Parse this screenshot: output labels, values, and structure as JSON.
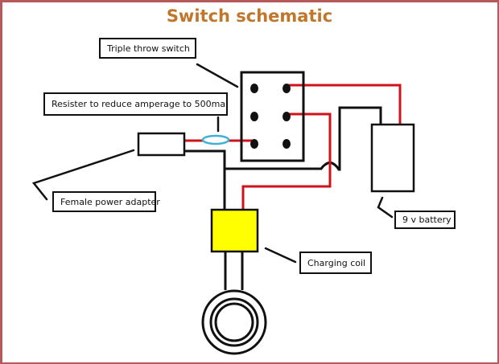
{
  "title": "Switch schematic",
  "labels": {
    "switch": "Triple throw switch",
    "resistor": "Resister to reduce amperage to 500ma",
    "adapter": "Female power adapter",
    "battery": "9 v battery",
    "coil": "Charging coil"
  },
  "components": [
    {
      "name": "Triple throw switch",
      "terminals": 6
    },
    {
      "name": "Resistor",
      "purpose": "reduce amperage to 500ma"
    },
    {
      "name": "Female power adapter"
    },
    {
      "name": "9 v battery"
    },
    {
      "name": "Charging coil"
    }
  ],
  "colors": {
    "title": "#c0762b",
    "positive_wire": "#d0121b",
    "negative_wire": "#111111",
    "resistor": "#3fb0d8",
    "coil_box": "#ffff00",
    "frame": "#b5595a"
  }
}
